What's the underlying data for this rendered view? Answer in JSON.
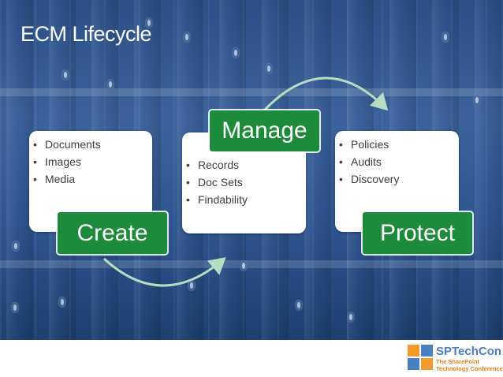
{
  "slide": {
    "title": "ECM Lifecycle",
    "stages": [
      {
        "label": "Create",
        "items": [
          "Documents",
          "Images",
          "Media"
        ]
      },
      {
        "label": "Manage",
        "items": [
          "Records",
          "Doc Sets",
          "Findability"
        ]
      },
      {
        "label": "Protect",
        "items": [
          "Policies",
          "Audits",
          "Discovery"
        ]
      }
    ]
  },
  "colors": {
    "label_green": "#1e8a3c",
    "arrow": "#b7dcc4",
    "background_blue": "#2e5690"
  },
  "logo": {
    "name": "SPTechCon",
    "line1": "The SharePoint",
    "line2": "Technology Conference"
  }
}
